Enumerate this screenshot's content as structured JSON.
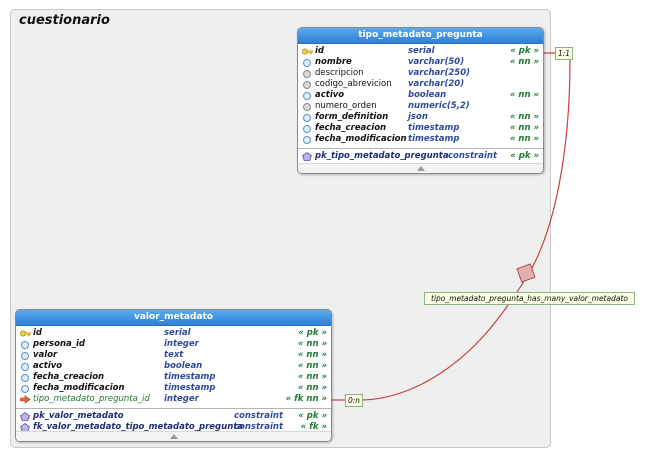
{
  "schema": {
    "title": "cuestionario"
  },
  "tables": {
    "tipo_metadato_pregunta": {
      "title": "tipo_metadato_pregunta",
      "columns": [
        {
          "name": "id",
          "type": "serial",
          "mod": "« pk »",
          "kind": "pk"
        },
        {
          "name": "nombre",
          "type": "varchar(50)",
          "mod": "« nn »",
          "kind": "req"
        },
        {
          "name": "descripcion",
          "type": "varchar(250)",
          "mod": "",
          "kind": "opt"
        },
        {
          "name": "codigo_abrevicion",
          "type": "varchar(20)",
          "mod": "",
          "kind": "opt"
        },
        {
          "name": "activo",
          "type": "boolean",
          "mod": "« nn »",
          "kind": "req"
        },
        {
          "name": "numero_orden",
          "type": "numeric(5,2)",
          "mod": "",
          "kind": "opt"
        },
        {
          "name": "form_definition",
          "type": "json",
          "mod": "« nn »",
          "kind": "req"
        },
        {
          "name": "fecha_creacion",
          "type": "timestamp",
          "mod": "« nn »",
          "kind": "req"
        },
        {
          "name": "fecha_modificacion",
          "type": "timestamp",
          "mod": "« nn »",
          "kind": "req"
        }
      ],
      "constraints": [
        {
          "name": "pk_tipo_metadato_pregunta",
          "type": "constraint",
          "mod": "« pk »"
        }
      ]
    },
    "valor_metadato": {
      "title": "valor_metadato",
      "columns": [
        {
          "name": "id",
          "type": "serial",
          "mod": "« pk »",
          "kind": "pk"
        },
        {
          "name": "persona_id",
          "type": "integer",
          "mod": "« nn »",
          "kind": "req"
        },
        {
          "name": "valor",
          "type": "text",
          "mod": "« nn »",
          "kind": "req"
        },
        {
          "name": "activo",
          "type": "boolean",
          "mod": "« nn »",
          "kind": "req"
        },
        {
          "name": "fecha_creacion",
          "type": "timestamp",
          "mod": "« nn »",
          "kind": "req"
        },
        {
          "name": "fecha_modificacion",
          "type": "timestamp",
          "mod": "« nn »",
          "kind": "req"
        },
        {
          "name": "tipo_metadato_pregunta_id",
          "type": "integer",
          "mod": "« fk nn »",
          "kind": "fk"
        }
      ],
      "constraints": [
        {
          "name": "pk_valor_metadato",
          "type": "constraint",
          "mod": "« pk »"
        },
        {
          "name": "fk_valor_metadato_tipo_metadato_pregunta",
          "type": "constraint",
          "mod": "« fk »"
        }
      ]
    }
  },
  "relationship": {
    "name": "tipo_metadato_pregunta_has_many_valor_metadato",
    "source_cardinality": "1:1",
    "target_cardinality": "0:n",
    "line_color": "#c94040"
  },
  "icons": {
    "pk": "key-icon",
    "column": "column-circle-icon",
    "fk": "foreign-key-arrow-icon",
    "constraint": "constraint-pentagon-icon"
  }
}
